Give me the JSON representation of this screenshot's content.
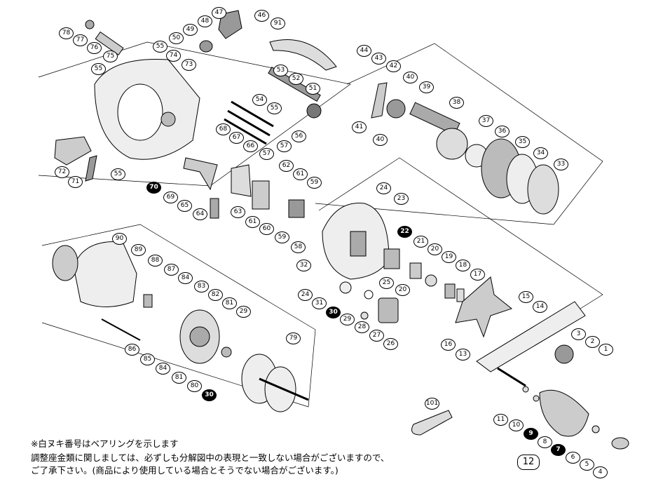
{
  "diagram": {
    "parts": [
      "78",
      "77",
      "76",
      "75",
      "47",
      "48",
      "49",
      "50",
      "46",
      "91",
      "55",
      "74",
      "73",
      "55",
      "53",
      "52",
      "51",
      "54",
      "55",
      "56",
      "57",
      "57",
      "44",
      "43",
      "42",
      "40",
      "39",
      "38",
      "41",
      "40",
      "37",
      "36",
      "35",
      "34",
      "33",
      "68",
      "67",
      "66",
      "72",
      "71",
      "55",
      "70",
      "69",
      "65",
      "64",
      "62",
      "61",
      "59",
      "63",
      "61",
      "60",
      "59",
      "58",
      "24",
      "23",
      "22",
      "21",
      "20",
      "19",
      "18",
      "17",
      "32",
      "25",
      "20",
      "24",
      "31",
      "30",
      "29",
      "28",
      "27",
      "26",
      "15",
      "14",
      "16",
      "13",
      "3",
      "2",
      "1",
      "90",
      "89",
      "88",
      "87",
      "84",
      "83",
      "82",
      "81",
      "29",
      "79",
      "86",
      "85",
      "84",
      "81",
      "80",
      "30",
      "101",
      "11",
      "10",
      "9",
      "8",
      "7",
      "6",
      "5",
      "4"
    ],
    "bearing_parts": [
      "70",
      "22",
      "30",
      "9",
      "7"
    ],
    "page_number": "12"
  },
  "notes": {
    "line1": "※白ヌキ番号はベアリングを示します",
    "line2": "調整座金類に関しましては、必ずしも分解図中の表現と一致しない場合がございますので、",
    "line3": "ご了承下さい。(商品により使用している場合とそうでない場合がございます。)"
  }
}
